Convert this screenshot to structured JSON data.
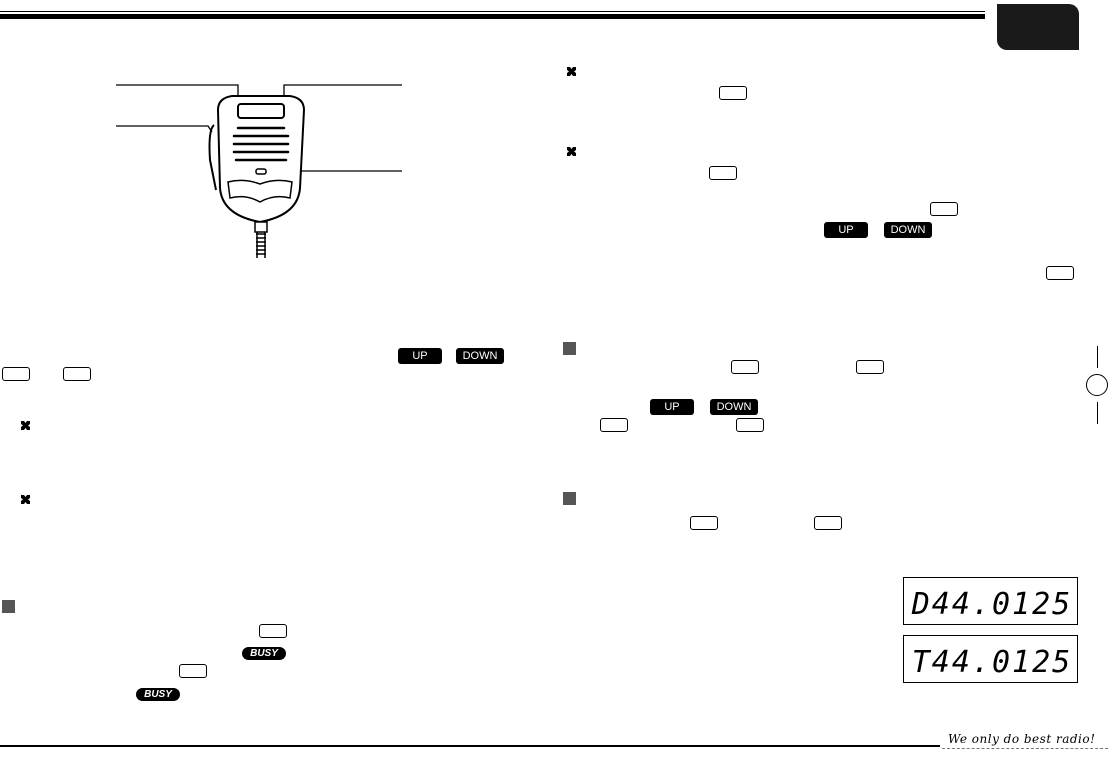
{
  "footer": {
    "slogan": "We only do best radio!"
  },
  "buttons": {
    "up": "UP",
    "down": "DOWN",
    "busy": "BUSY"
  },
  "lcd": {
    "line1": "D44.0125",
    "line2": "T44.0125"
  },
  "colors": {
    "ink": "#000000",
    "section_square": "#555555",
    "tab": "#1a1a1a"
  },
  "icons": {
    "bullet": "cross-bullet-icon",
    "section": "square-marker-icon"
  }
}
